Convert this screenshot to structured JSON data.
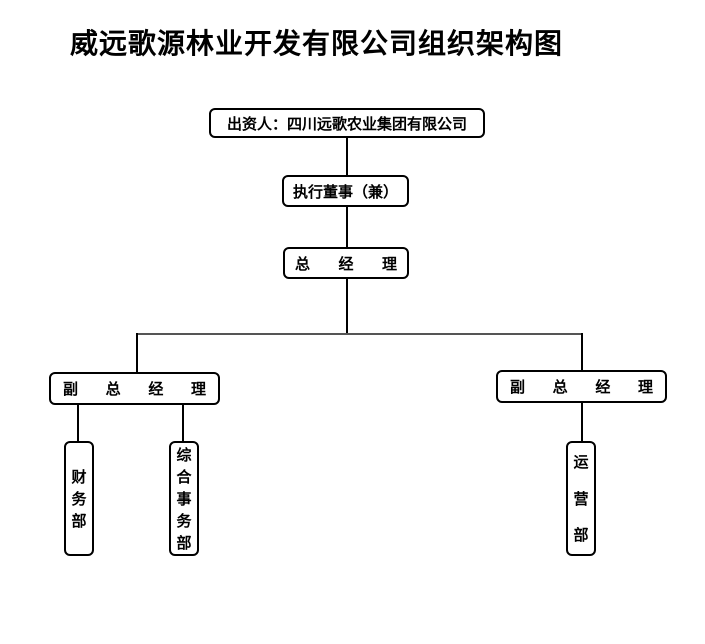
{
  "title": "威远歌源林业开发有限公司组织架构图",
  "nodes": {
    "investor": "出资人：四川远歌农业集团有限公司",
    "executive_director": "执行董事（兼）",
    "general_manager": [
      "总",
      "经",
      "理"
    ],
    "deputy_gm_left": [
      "副",
      "总",
      "经",
      "理"
    ],
    "deputy_gm_right": [
      "副",
      "总",
      "经",
      "理"
    ],
    "finance_dept": [
      "财",
      "务",
      "部"
    ],
    "admin_dept": [
      "综",
      "合",
      "事",
      "务",
      "部"
    ],
    "operations_dept": [
      "运",
      "营",
      "部"
    ]
  }
}
